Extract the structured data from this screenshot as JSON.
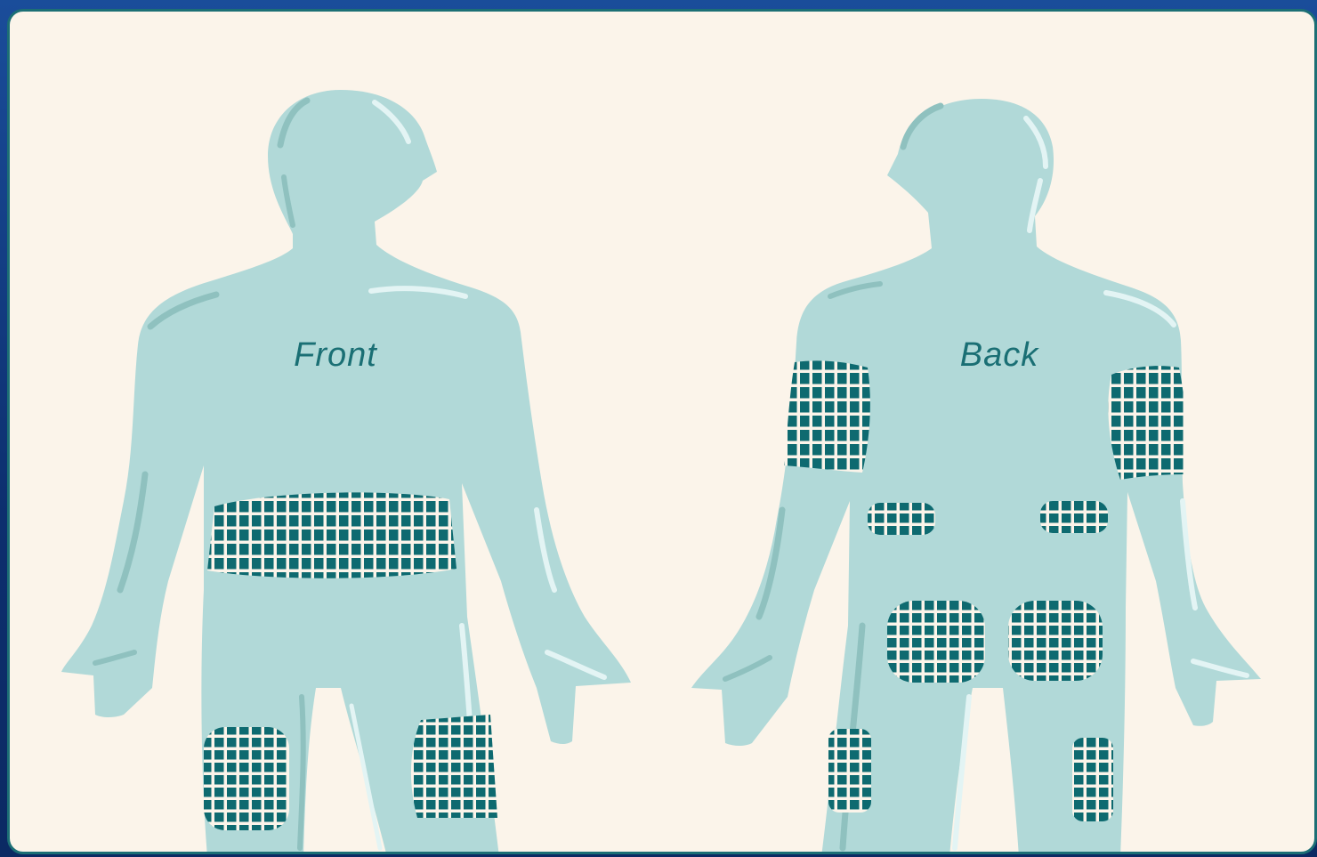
{
  "figure": {
    "front_label": "Front",
    "back_label": "Back"
  },
  "colors": {
    "background": "#fbf4ea",
    "border": "#1c6f75",
    "body": "#b1d9d8",
    "body_shadow": "#8fc1bf",
    "highlight": "#e3f4f4",
    "site_fill": "#0e6a70",
    "outer_frame": "#0d2f6e"
  },
  "injection_sites": {
    "front": [
      "abdomen",
      "left-thigh",
      "right-thigh"
    ],
    "back": [
      "left-upper-arm",
      "right-upper-arm",
      "left-lower-back",
      "right-lower-back",
      "left-buttock",
      "right-buttock",
      "left-back-thigh",
      "right-back-thigh"
    ]
  }
}
